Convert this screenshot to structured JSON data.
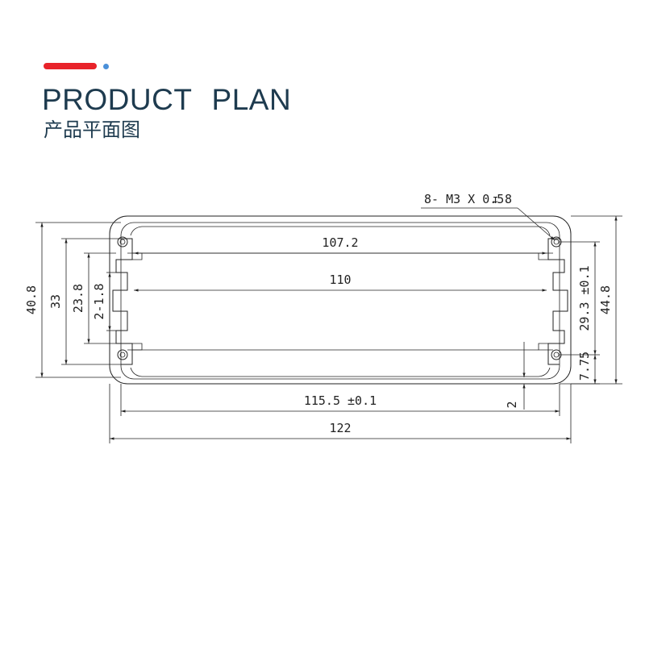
{
  "header": {
    "title_en": "PRODUCT  PLAN",
    "title_zh": "产品平面图",
    "accent_color": "#e8232a",
    "dot_color": "#4a90d9",
    "title_color": "#1e3b4f"
  },
  "drawing": {
    "dimensions": {
      "inner_width_upper": "107.2",
      "inner_width_lower": "110",
      "outer_width_body": "115.5 ±0.1",
      "overall_width": "122",
      "overall_height_left": "40.8",
      "height_33": "33",
      "height_23_8": "23.8",
      "slot_width": "2-1.8",
      "inner_height_right": "29.3 ±0.1",
      "overall_height_right": "44.8",
      "hole_offset": "7.75",
      "wall_thickness": "2"
    },
    "callout": "8- M3 X 0.5",
    "callout_arrow": "↧",
    "callout_depth": "8"
  }
}
